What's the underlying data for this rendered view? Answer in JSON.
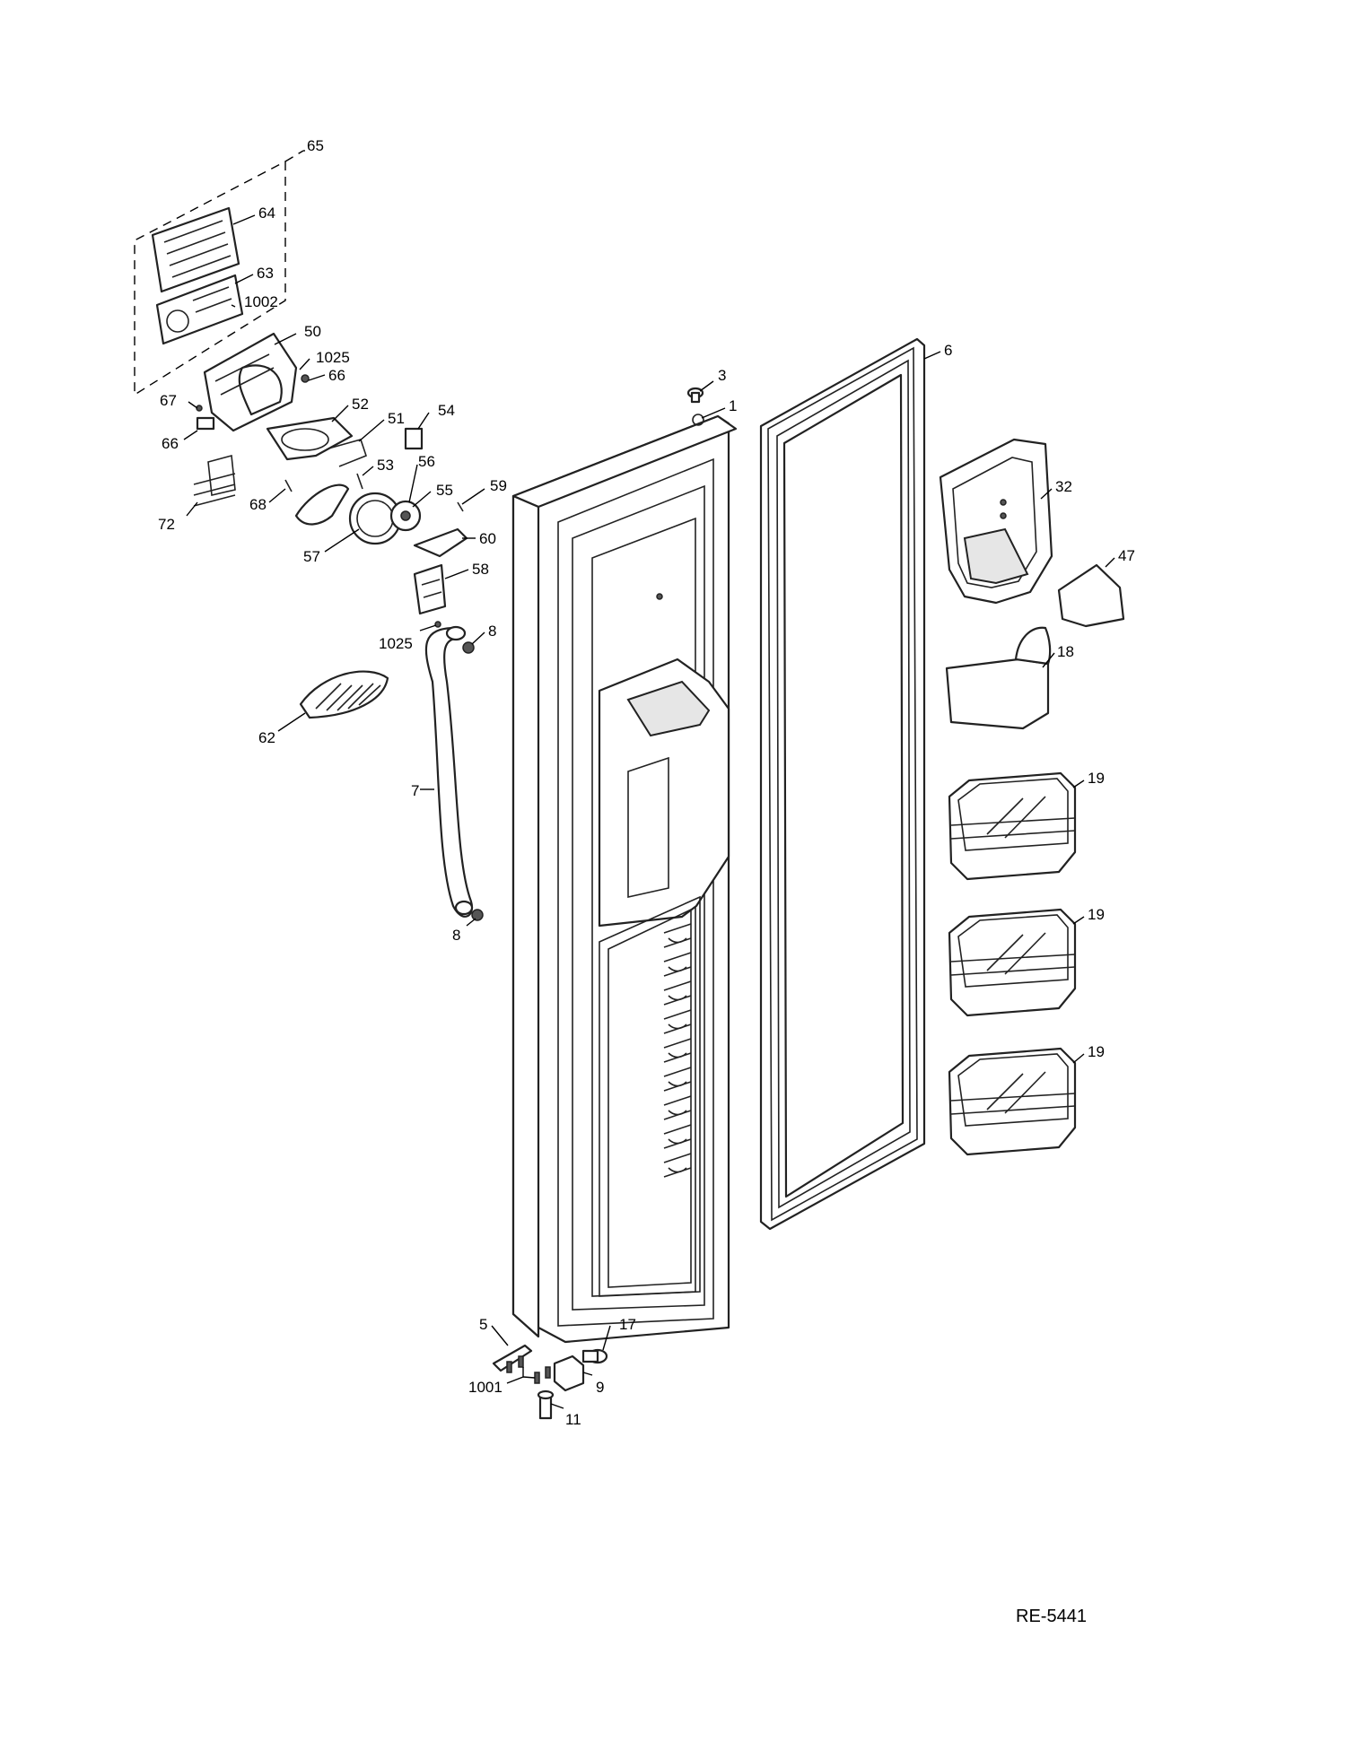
{
  "diagram": {
    "document_code": "RE-5441",
    "callouts": {
      "c65": "65",
      "c64": "64",
      "c63": "63",
      "c1002": "1002",
      "c50": "50",
      "c1025a": "1025",
      "c66a": "66",
      "c67": "67",
      "c66b": "66",
      "c52": "52",
      "c51": "51",
      "c54": "54",
      "c53": "53",
      "c56": "56",
      "c55": "55",
      "c72": "72",
      "c68": "68",
      "c59": "59",
      "c57": "57",
      "c60": "60",
      "c58": "58",
      "c1025b": "1025",
      "c8a": "8",
      "c62": "62",
      "c7": "7",
      "c8b": "8",
      "c3": "3",
      "c1": "1",
      "c6": "6",
      "c32": "32",
      "c47": "47",
      "c18": "18",
      "c19a": "19",
      "c19b": "19",
      "c19c": "19",
      "c5": "5",
      "c17": "17",
      "c1001": "1001",
      "c9": "9",
      "c11": "11"
    }
  }
}
